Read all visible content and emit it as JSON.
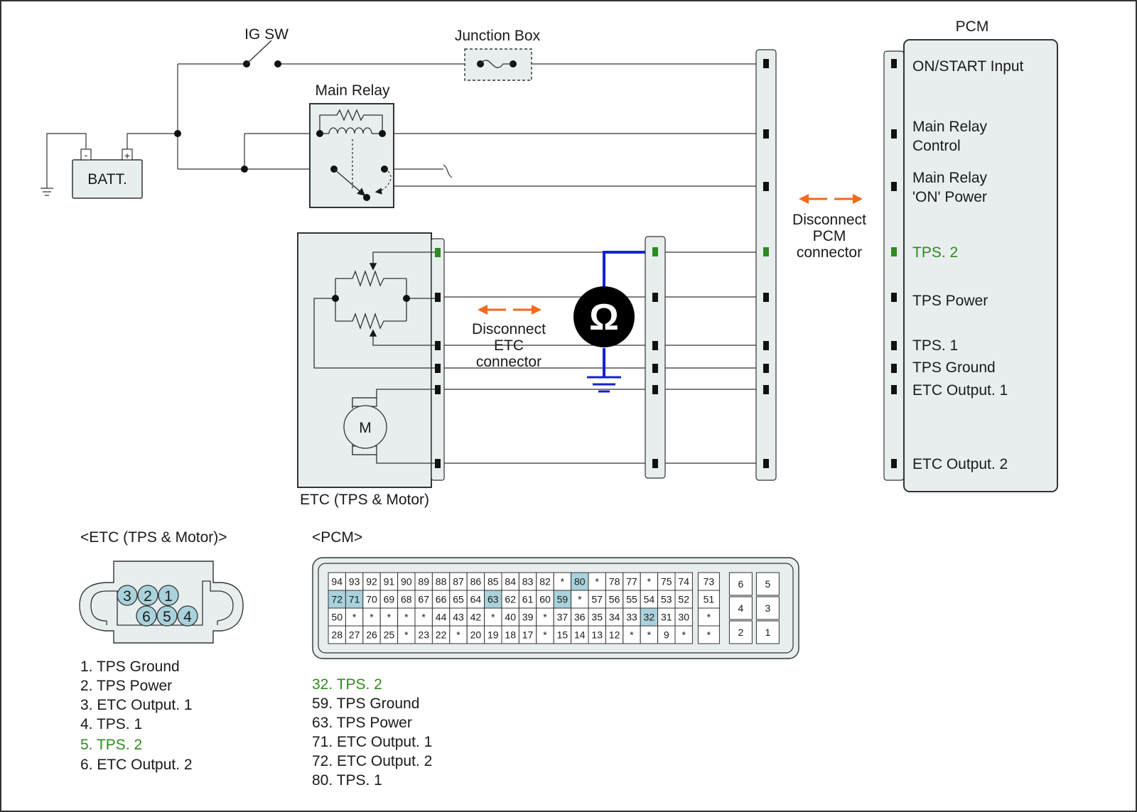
{
  "labels": {
    "ig_sw": "IG SW",
    "junction_box": "Junction Box",
    "main_relay": "Main Relay",
    "batt": "BATT.",
    "batt_minus": "-",
    "batt_plus": "+",
    "pcm": "PCM",
    "etc": "ETC (TPS & Motor)",
    "motor": "M",
    "ohm": "Ω"
  },
  "disconnect_etc": [
    "Disconnect",
    "ETC",
    "connector"
  ],
  "disconnect_pcm": [
    "Disconnect",
    "PCM",
    "connector"
  ],
  "pcm_pins": [
    {
      "text": "ON/START Input",
      "highlight": false
    },
    {
      "text": "Main Relay",
      "highlight": false
    },
    {
      "text": "Control",
      "highlight": false
    },
    {
      "text": "Main Relay",
      "highlight": false
    },
    {
      "text": "'ON' Power",
      "highlight": false
    },
    {
      "text": "TPS. 2",
      "highlight": true
    },
    {
      "text": "TPS Power",
      "highlight": false
    },
    {
      "text": "TPS. 1",
      "highlight": false
    },
    {
      "text": "TPS Ground",
      "highlight": false
    },
    {
      "text": "ETC Output. 1",
      "highlight": false
    },
    {
      "text": "ETC Output. 2",
      "highlight": false
    }
  ],
  "etc_connector": {
    "title": "<ETC (TPS & Motor)>",
    "top_row": [
      "3",
      "2",
      "1"
    ],
    "bottom_row": [
      "6",
      "5",
      "4"
    ],
    "legend": [
      {
        "text": "1. TPS Ground",
        "highlight": false
      },
      {
        "text": "2. TPS Power",
        "highlight": false
      },
      {
        "text": "3. ETC Output. 1",
        "highlight": false
      },
      {
        "text": "4. TPS. 1",
        "highlight": false
      },
      {
        "text": "5. TPS. 2",
        "highlight": true
      },
      {
        "text": "6. ETC Output. 2",
        "highlight": false
      }
    ]
  },
  "pcm_connector": {
    "title": "<PCM>",
    "rows": [
      [
        "94",
        "93",
        "92",
        "91",
        "90",
        "89",
        "88",
        "87",
        "86",
        "85",
        "84",
        "83",
        "82",
        "*",
        "80",
        "*",
        "78",
        "77",
        "*",
        "75",
        "74"
      ],
      [
        "72",
        "71",
        "70",
        "69",
        "68",
        "67",
        "66",
        "65",
        "64",
        "63",
        "62",
        "61",
        "60",
        "59",
        "*",
        "57",
        "56",
        "55",
        "54",
        "53",
        "52"
      ],
      [
        "50",
        "*",
        "*",
        "*",
        "*",
        "*",
        "44",
        "43",
        "42",
        "*",
        "40",
        "39",
        "*",
        "37",
        "36",
        "35",
        "34",
        "33",
        "32",
        "31",
        "30"
      ],
      [
        "28",
        "27",
        "26",
        "25",
        "*",
        "23",
        "22",
        "*",
        "20",
        "19",
        "18",
        "17",
        "*",
        "15",
        "14",
        "13",
        "12",
        "*",
        "*",
        "9",
        "*"
      ]
    ],
    "side_col": [
      "73",
      "51",
      "*",
      "*"
    ],
    "right_block": [
      [
        "6",
        "5"
      ],
      [
        "4",
        "3"
      ],
      [
        "2",
        "1"
      ]
    ],
    "highlighted": [
      "80",
      "72",
      "71",
      "63",
      "59",
      "32"
    ],
    "legend": [
      {
        "text": "32. TPS. 2",
        "highlight": true
      },
      {
        "text": "59. TPS Ground",
        "highlight": false
      },
      {
        "text": "63. TPS Power",
        "highlight": false
      },
      {
        "text": "71. ETC Output. 1",
        "highlight": false
      },
      {
        "text": "72. ETC Output. 2",
        "highlight": false
      },
      {
        "text": "80. TPS. 1",
        "highlight": false
      }
    ]
  },
  "colors": {
    "panel_fill": "#e8eeee",
    "cell_highlight": "#a9d2dc",
    "probe_wire": "#1520d8",
    "disconnect_arrow": "#f26a1b",
    "highlight_text": "#2e8b1f"
  }
}
